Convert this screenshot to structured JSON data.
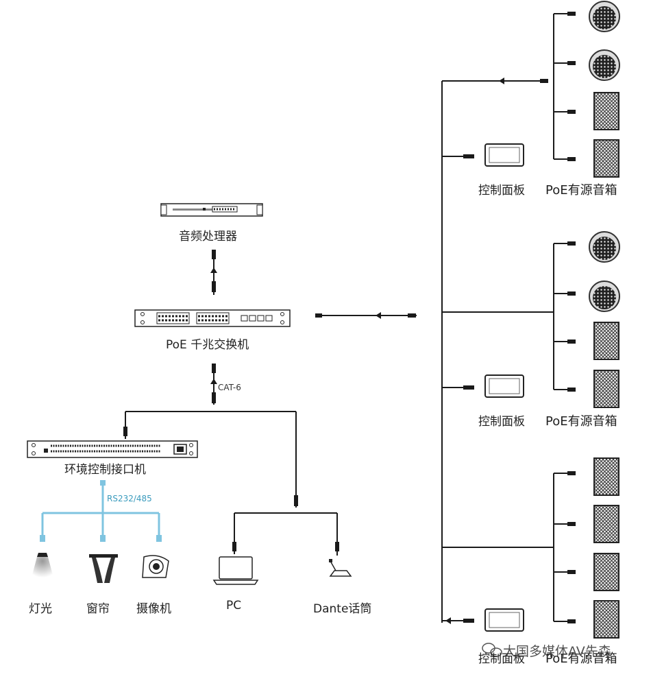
{
  "devices": {
    "audio_processor": "音频处理器",
    "poe_switch": "PoE 千兆交换机",
    "env_controller": "环境控制接口机",
    "light": "灯光",
    "curtain": "窗帘",
    "camera": "摄像机",
    "pc": "PC",
    "dante_mic": "Dante话筒"
  },
  "zones": [
    {
      "control_panel": "控制面板",
      "speakers": "PoE有源音箱"
    },
    {
      "control_panel": "控制面板",
      "speakers": "PoE有源音箱"
    },
    {
      "control_panel": "控制面板",
      "speakers": "PoE有源音箱"
    }
  ],
  "cables": {
    "cat6": "CAT-6",
    "serial": "RS232/485"
  },
  "colors": {
    "line": "#1a1a1a",
    "serial_line": "#7fc4e0",
    "serial_text": "#3a9bbd"
  },
  "watermark": "大国多媒体AV先森"
}
